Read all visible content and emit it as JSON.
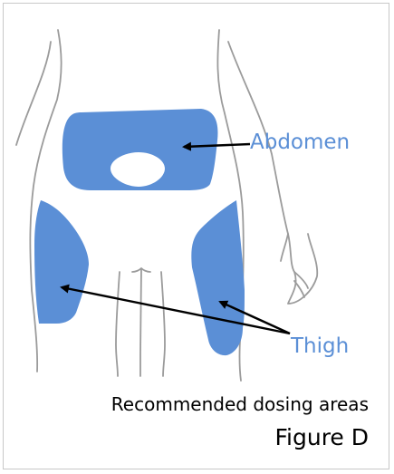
{
  "labels": {
    "abdomen": "Abdomen",
    "thigh": "Thigh"
  },
  "caption": {
    "text": "Recommended dosing areas",
    "figure": "Figure D"
  },
  "colors": {
    "region_fill": "#5b8fd6",
    "outline": "#9b9b9b",
    "arrow": "#000000",
    "label": "#5b8fd6",
    "frame": "#c8c8c8"
  }
}
